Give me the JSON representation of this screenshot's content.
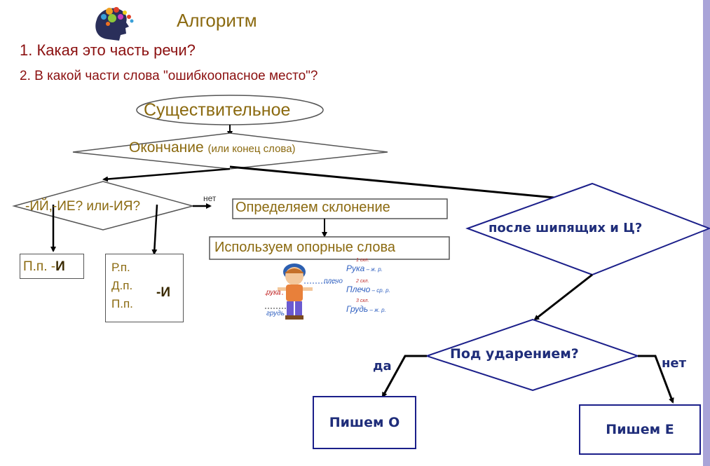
{
  "title": "Алгоритм",
  "questions": {
    "q1": "1. Какая это часть речи?",
    "q2": "2. В какой части слова \"ошибкоопасное место\"?"
  },
  "nodes": {
    "noun": "Существительное",
    "ending": "Окончание",
    "ending_note": "(или конец слова)",
    "iy_question": "-ИЙ,-ИЕ? или-ИЯ?",
    "no_small": "нет",
    "declension": "Определяем склонение",
    "reference_words": "Используем опорные слова",
    "pp_case": "П.п. -",
    "pp_suffix": "И",
    "rdp_cases": [
      "Р.п.",
      "Д.п.",
      "П.п."
    ],
    "rdp_suffix": "-И",
    "after_hissing": "после шипящих и Ц?",
    "stressed": "Под ударением?",
    "yes": "да",
    "no": "нет",
    "write_o": "Пишем О",
    "write_e": "Пишем Е"
  },
  "illustration": {
    "ruka_label": "рука",
    "plecho_label": "плечо",
    "grud_label": "грудь",
    "words": [
      {
        "decl": "1 скл.",
        "word": "Рука",
        "gender": " – ж. р."
      },
      {
        "decl": "2 скл.",
        "word": "Плечо",
        "gender": " – ср. р."
      },
      {
        "decl": "3 скл.",
        "word": "Грудь",
        "gender": " – ж. р."
      }
    ]
  },
  "colors": {
    "brown": "#8b6a10",
    "dark_red": "#8b1010",
    "navy": "#1b1f8a",
    "side_bar": "#a9a4d8"
  },
  "icons": [
    "head-gears-logo-icon"
  ]
}
